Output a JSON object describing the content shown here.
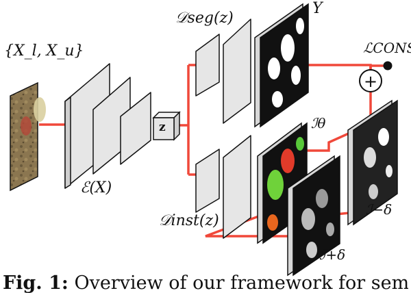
{
  "labels": {
    "input_set": "{X_l, X_u}",
    "encoder": "ℰ(X)",
    "latent": "z",
    "seg_decoder": "𝒟seg(z)",
    "gt": "Y",
    "loss": "ℒCONS",
    "inst_decoder": "𝒟inst(z)",
    "theta_map": "ℐθ",
    "delta_plus": "ℐ+δ",
    "delta_minus": "ℐ−δ",
    "plus_symbol": "+"
  },
  "caption": {
    "prefix": "Fig. 1:",
    "text": " Overview of our framework for semi-"
  },
  "colors": {
    "connector": "#f0483a",
    "panel_face": "#e6e6e6",
    "panel_side": "#cfcfcf",
    "outline": "#111111"
  }
}
